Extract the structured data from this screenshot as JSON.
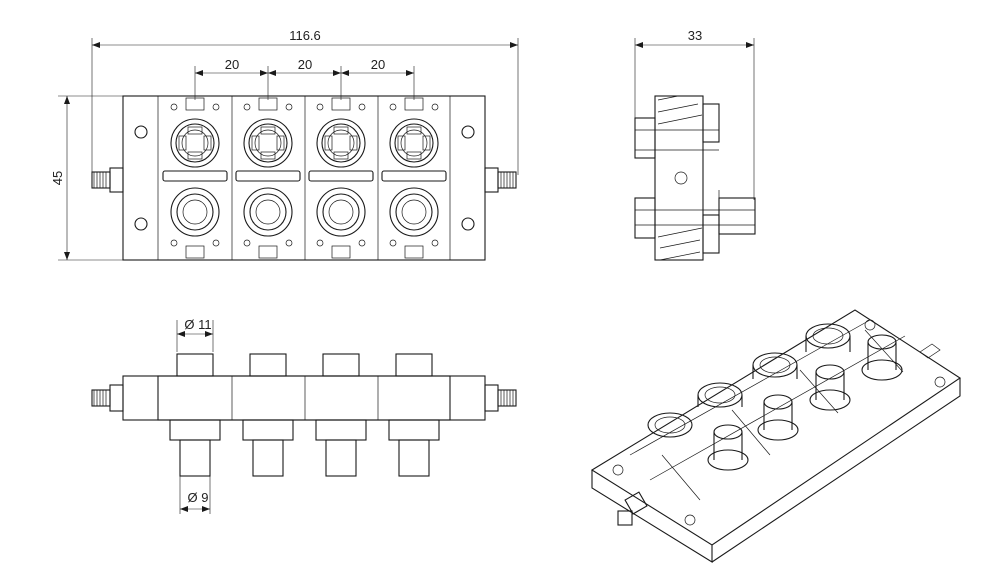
{
  "front_view": {
    "overall_width": "116.6",
    "pitch_1": "20",
    "pitch_2": "20",
    "pitch_3": "20",
    "height": "45"
  },
  "side_view": {
    "depth": "33"
  },
  "bottom_view": {
    "top_diameter": "Ø 11",
    "bottom_diameter": "Ø 9"
  }
}
